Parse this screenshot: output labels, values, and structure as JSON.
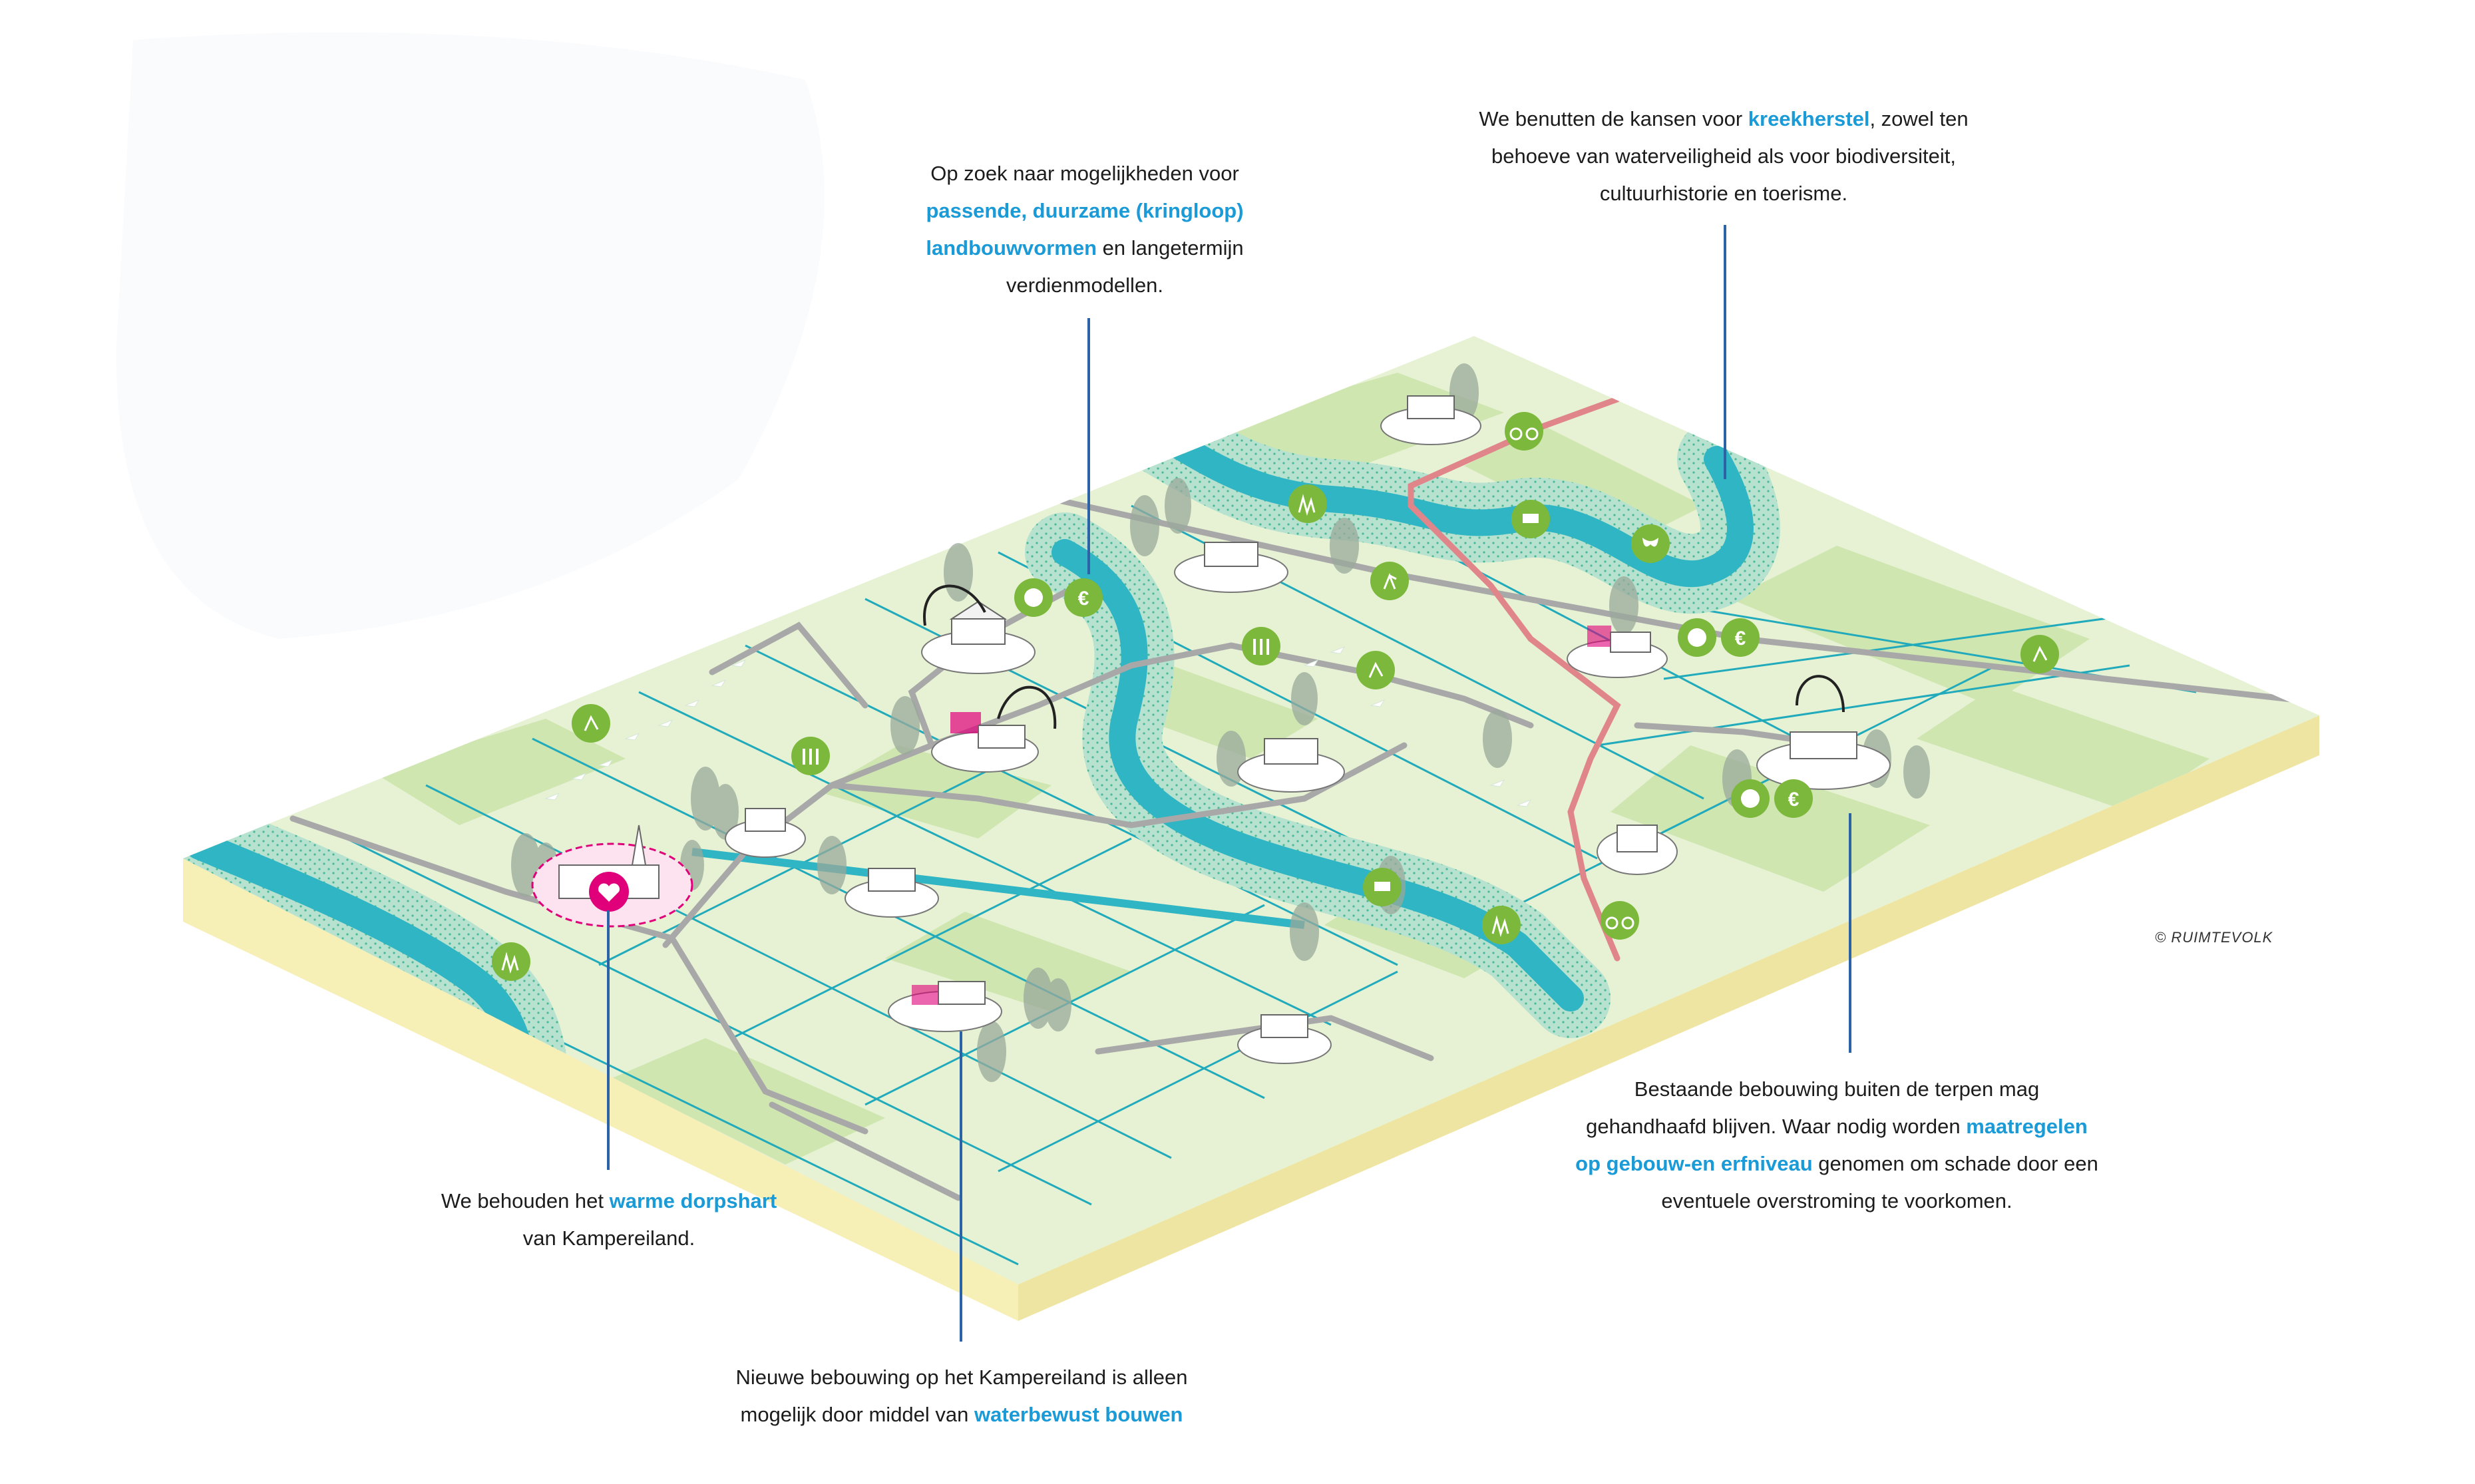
{
  "callouts": {
    "landbouw": {
      "line1": "Op zoek naar mogelijkheden voor",
      "line2_hl": "passende, duurzame (kringloop)",
      "line3_hl": "landbouwvormen",
      "line3_rest": " en langetermijn",
      "line4": "verdienmodellen."
    },
    "kreek": {
      "line1_pre": "We benutten de kansen voor ",
      "line1_hl": "kreekherstel",
      "line1_post": ", zowel ten",
      "line2": "behoeve van waterveiligheid als voor biodiversiteit,",
      "line3": "cultuurhistorie en toerisme."
    },
    "bestaande": {
      "line1": "Bestaande bebouwing buiten de terpen mag",
      "line2_pre": "gehandhaafd blijven. Waar nodig worden ",
      "line2_hl": "maatregelen",
      "line3_hl": "op gebouw-en erfniveau",
      "line3_rest": " genomen om schade door een",
      "line4": "eventuele overstroming te voorkomen."
    },
    "dorpshart": {
      "line1_pre": "We behouden het ",
      "line1_hl": "warme dorpshart",
      "line2": "van Kampereiland."
    },
    "nieuwe": {
      "line1": "Nieuwe bebouwing op het Kampereiland is alleen",
      "line2_pre": "mogelijk door middel van ",
      "line2_hl": "waterbewust bouwen"
    }
  },
  "credit": "© RUIMTEVOLK",
  "colors": {
    "land": "#e6f2d3",
    "field_dark": "#cfe6b0",
    "water": "#2fb5c4",
    "water_bank": "#a7d9c8",
    "ditch": "#20aabb",
    "road": "#a8a8a8",
    "cycle_path": "#e0868a",
    "base_side": "#f6efb6",
    "base_side_dark": "#efe5a3",
    "icon_green": "#7cb83b",
    "accent_pink": "#e0007a",
    "leader": "#2b63a6",
    "highlight_text": "#1a9ad6"
  },
  "icons": [
    "cycling-icon",
    "nature-icon",
    "waterworks-icon",
    "butterfly-icon",
    "walking-icon",
    "soccer-ball-icon",
    "euro-icon",
    "crops-icon",
    "running-icon",
    "heart-icon"
  ]
}
